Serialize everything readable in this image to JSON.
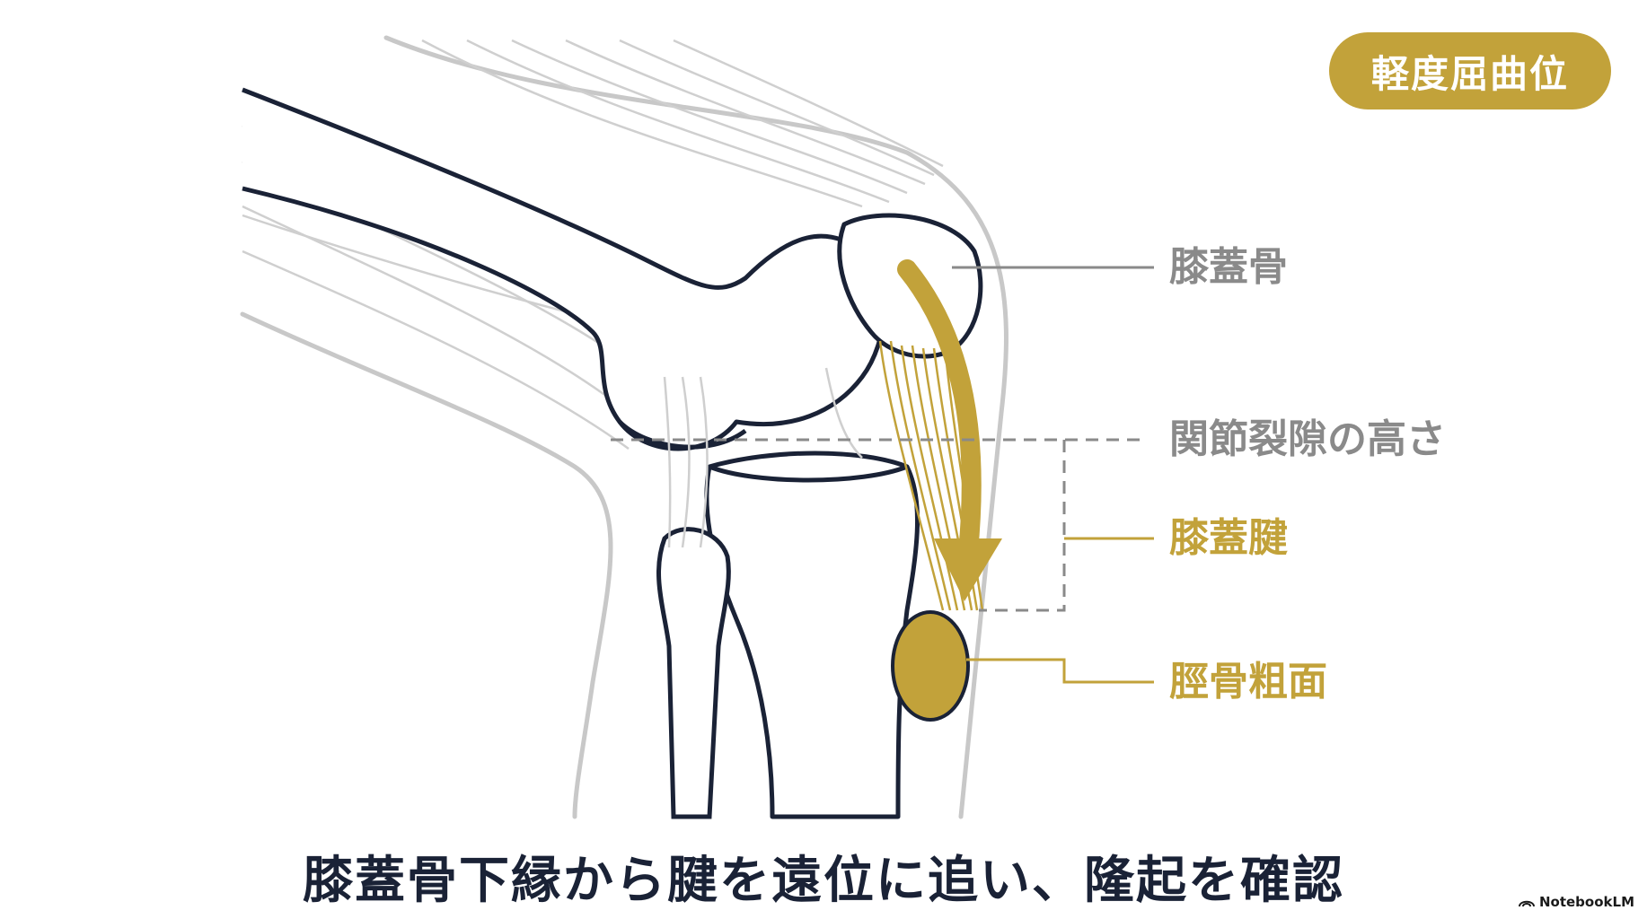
{
  "badge": {
    "label": "軽度屈曲位"
  },
  "labels": {
    "patella": "膝蓋骨",
    "joint_gap": "関節裂隙の高さ",
    "patellar_tendon": "膝蓋腱",
    "tibial_tuberosity": "脛骨粗面"
  },
  "caption": "膝蓋骨下縁から腱を遠位に追い、隆起を確認",
  "brand": {
    "name": "NotebookLM",
    "icon": "notebooklm-logo-icon"
  },
  "colors": {
    "accent_gold": "#c2a23a",
    "bone_outline": "#1a2236",
    "muscle_gray": "#c8c8c8",
    "label_gray": "#8a8a8a"
  }
}
